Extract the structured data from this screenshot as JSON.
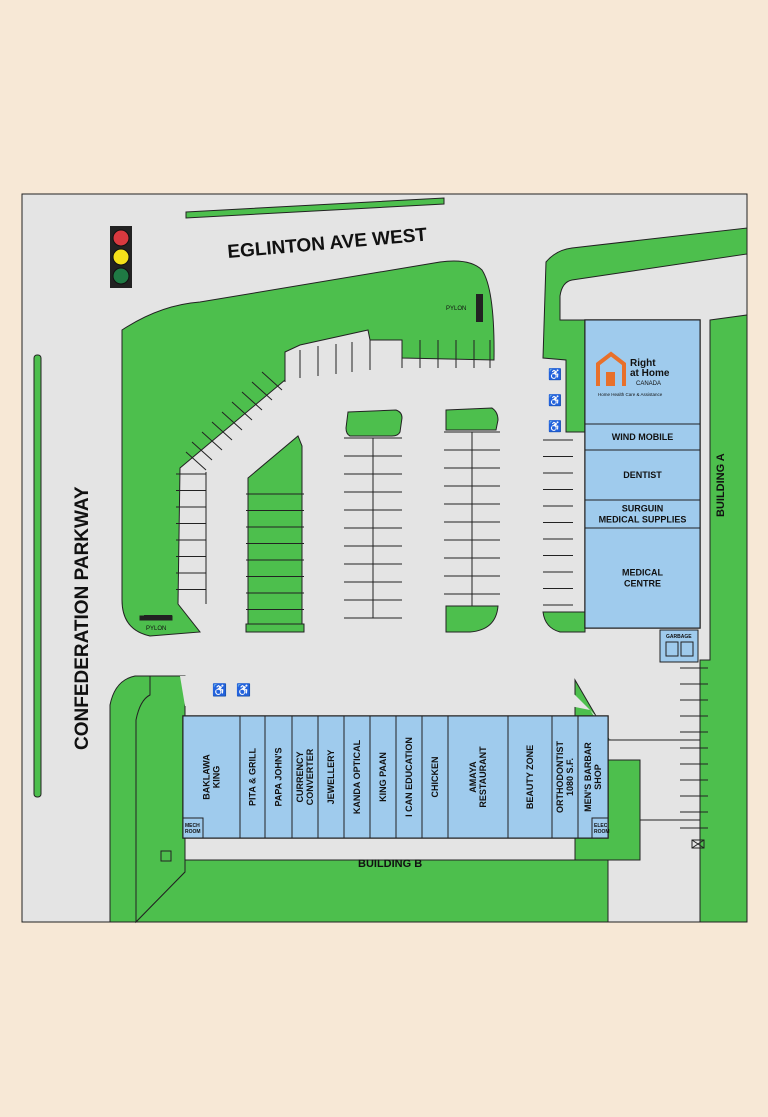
{
  "roads": {
    "north": "EGLINTON AVE WEST",
    "west": "CONFEDERATION PARKWAY"
  },
  "buildings": {
    "a": "BUILDING A",
    "b": "BUILDING B"
  },
  "pylons": [
    "PYLON",
    "PYLON"
  ],
  "traffic_light": [
    "#d8393f",
    "#f4e11a",
    "#1f7a44"
  ],
  "right_at_home": {
    "name_line1": "Right",
    "name_line2": "at Home",
    "country": "CANADA",
    "tagline": "Home Health Care & Assistance"
  },
  "building_a_units": [
    {
      "lines": [
        "WIND MOBILE"
      ]
    },
    {
      "lines": [
        "DENTIST"
      ]
    },
    {
      "lines": [
        "SURGUIN",
        "MEDICAL SUPPLIES"
      ]
    },
    {
      "lines": [
        "MEDICAL",
        "CENTRE"
      ]
    }
  ],
  "building_b_units": [
    {
      "lines": [
        "BAKLAWA",
        "KING"
      ]
    },
    {
      "lines": [
        "PITA & GRILL"
      ]
    },
    {
      "lines": [
        "PAPA JOHN'S"
      ]
    },
    {
      "lines": [
        "CURRENCY",
        "CONVERTER"
      ]
    },
    {
      "lines": [
        "JEWELLERY"
      ]
    },
    {
      "lines": [
        "KANDA OPTICAL"
      ]
    },
    {
      "lines": [
        "KING PAAN"
      ]
    },
    {
      "lines": [
        "I CAN EDUCATION"
      ]
    },
    {
      "lines": [
        "CHICKEN"
      ]
    },
    {
      "lines": [
        "AMAYA",
        "RESTAURANT"
      ]
    },
    {
      "lines": [
        "BEAUTY ZONE"
      ]
    },
    {
      "lines": [
        "ORTHODONTIST",
        "1080 S.F."
      ]
    },
    {
      "lines": [
        "MEN'S BARBAR",
        "SHOP"
      ]
    }
  ],
  "small_rooms": {
    "mech": [
      "MECH",
      "ROOM"
    ],
    "elec": [
      "ELEC",
      "ROOM"
    ],
    "garbage": "GARBAGE"
  },
  "colors": {
    "background": "#f7e8d6",
    "grass": "#4dbf4d",
    "pavement": "#e4e4e4",
    "building": "#9fcbed",
    "right_at_home_orange": "#e8702a",
    "right_at_home_blue": "#1976c7"
  }
}
